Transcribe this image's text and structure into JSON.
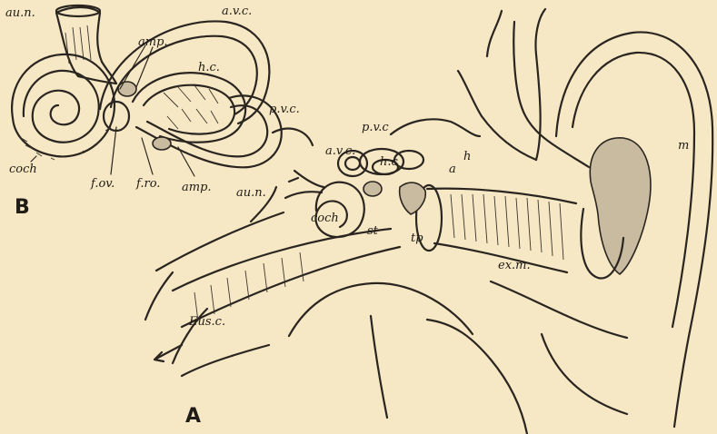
{
  "figure_B": {
    "letter": "B",
    "labels": {
      "au_n": "au.n.",
      "amp_top": "amp.",
      "a_v_c": "a.v.c.",
      "h_c": "h.c.",
      "p_v_c": "p.v.c.",
      "coch": "coch",
      "f_ov": "f.ov.",
      "f_ro": "f.ro.",
      "amp_bottom": "amp."
    }
  },
  "figure_A": {
    "letter": "A",
    "labels": {
      "p_v_c": "p.v.c",
      "a_v_c": "a.v.c.",
      "h_c": "h.c",
      "a": "a",
      "h": "h",
      "au_n": "au.n.",
      "coch": "coch",
      "st": "st",
      "tp": "tp",
      "ex_m": "ex.m.",
      "m": "m",
      "eus_c": "Eus.c."
    }
  },
  "colors": {
    "paper": "#f6e8c4",
    "ink": "#2a2520",
    "shade": "#c9bba0"
  }
}
